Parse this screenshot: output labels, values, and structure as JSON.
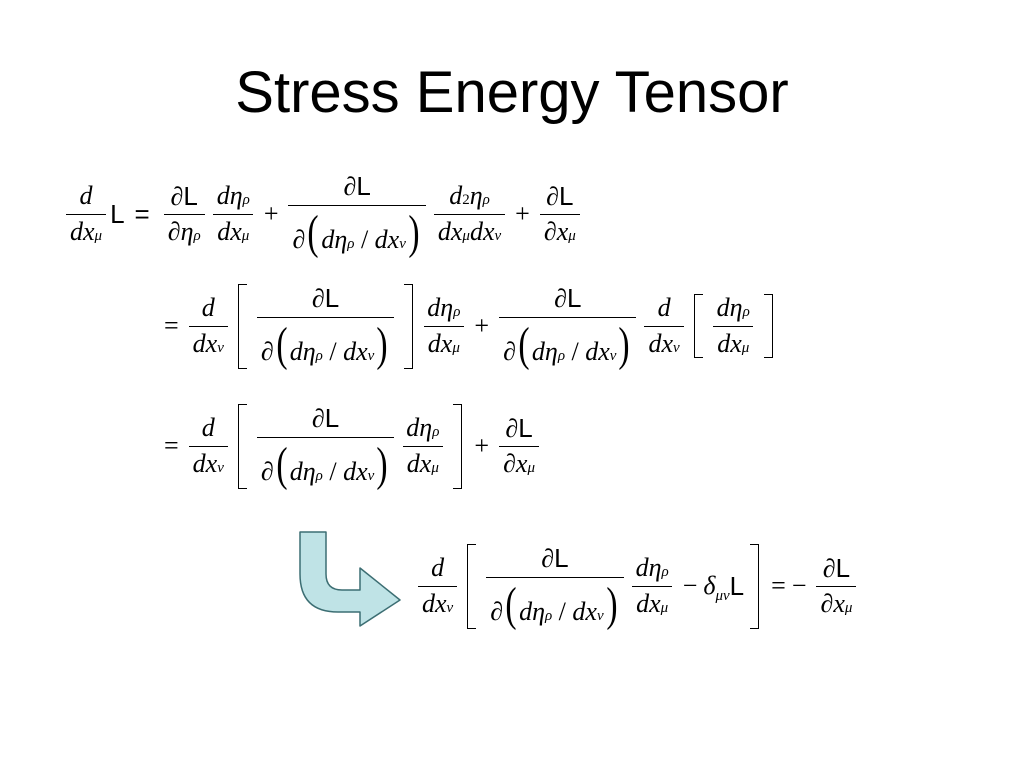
{
  "slide": {
    "title": "Stress Energy Tensor"
  },
  "symbols": {
    "d": "d",
    "partial": "∂",
    "L": "L",
    "eta": "η",
    "rho": "ρ",
    "mu": "μ",
    "nu": "ν",
    "x": "x",
    "dx": "dx",
    "two": "2",
    "slash": "/",
    "plus": "+",
    "minus": "−",
    "equals": "=",
    "delta": "δ",
    "mu_nu": "μν",
    "lparen": "(",
    "rparen": ")"
  },
  "colors": {
    "arrow_fill": "#bfe3e6",
    "arrow_stroke": "#3c6e73",
    "text": "#000000"
  },
  "icons": {
    "arrow": "curved-arrow-icon"
  }
}
